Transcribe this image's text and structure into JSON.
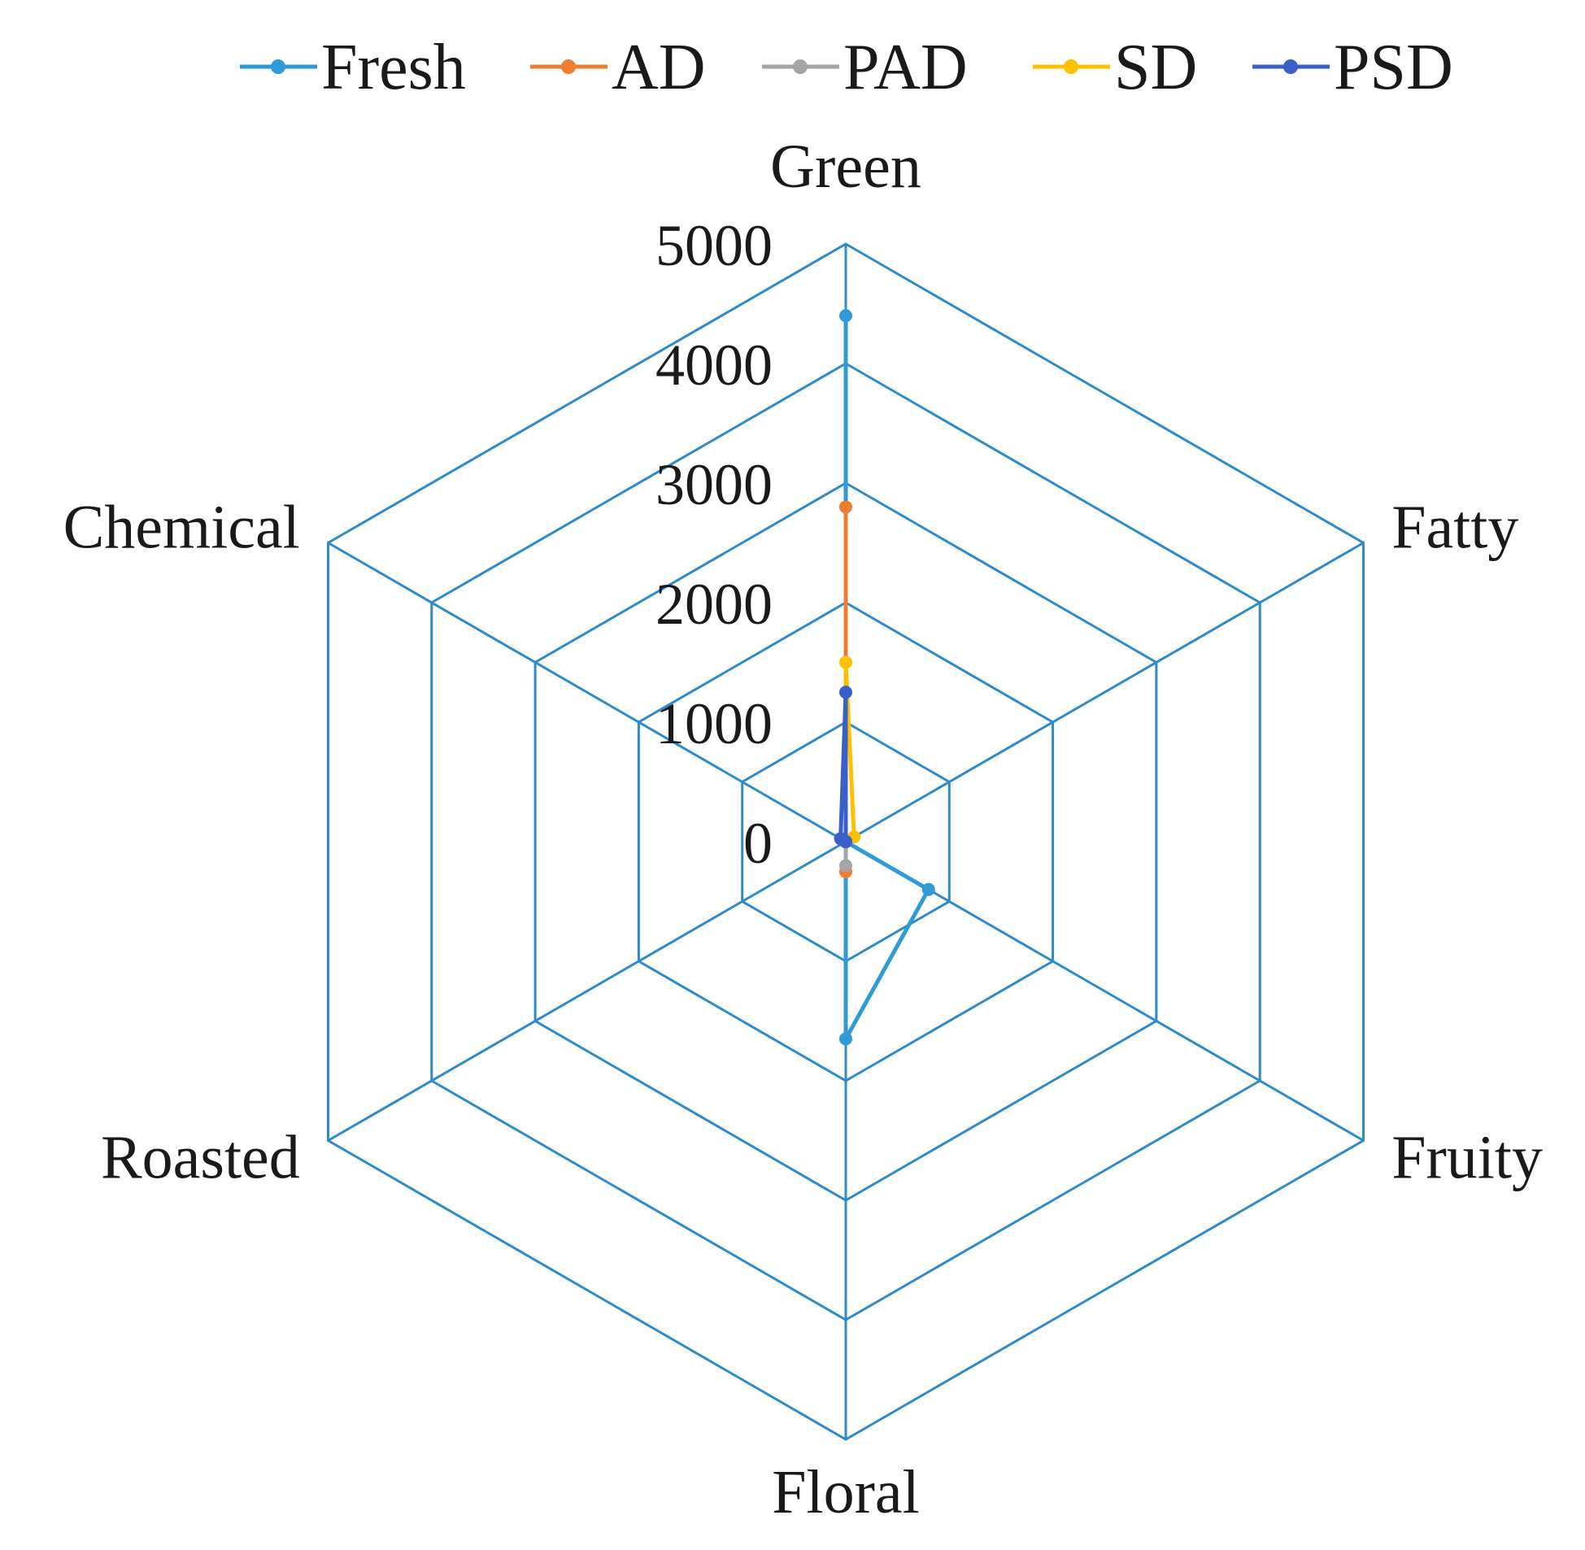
{
  "chart_data": {
    "type": "radar",
    "title": "",
    "axes": [
      "Green",
      "Fatty",
      "Fruity",
      "Floral",
      "Roasted",
      "Chemical"
    ],
    "scale": {
      "min": 0,
      "max": 5000,
      "ticks": [
        0,
        1000,
        2000,
        3000,
        4000,
        5000
      ],
      "tick_labels": [
        "0",
        "1000",
        "2000",
        "3000",
        "4000",
        "5000"
      ]
    },
    "grid": true,
    "grid_shape": "hexagon",
    "grid_color": "#2E8BC9",
    "legend_position": "top",
    "series": [
      {
        "name": "Fresh",
        "color": "#2E9BD6",
        "values": [
          4400,
          0,
          800,
          1650,
          0,
          0
        ]
      },
      {
        "name": "AD",
        "color": "#ED7D31",
        "values": [
          2800,
          0,
          0,
          250,
          0,
          0
        ]
      },
      {
        "name": "PAD",
        "color": "#A5A5A5",
        "values": [
          0,
          0,
          0,
          200,
          0,
          0
        ]
      },
      {
        "name": "SD",
        "color": "#FFC000",
        "values": [
          1500,
          80,
          0,
          0,
          0,
          0
        ]
      },
      {
        "name": "PSD",
        "color": "#3A5FC8",
        "values": [
          1250,
          0,
          0,
          0,
          0,
          50
        ]
      }
    ]
  }
}
